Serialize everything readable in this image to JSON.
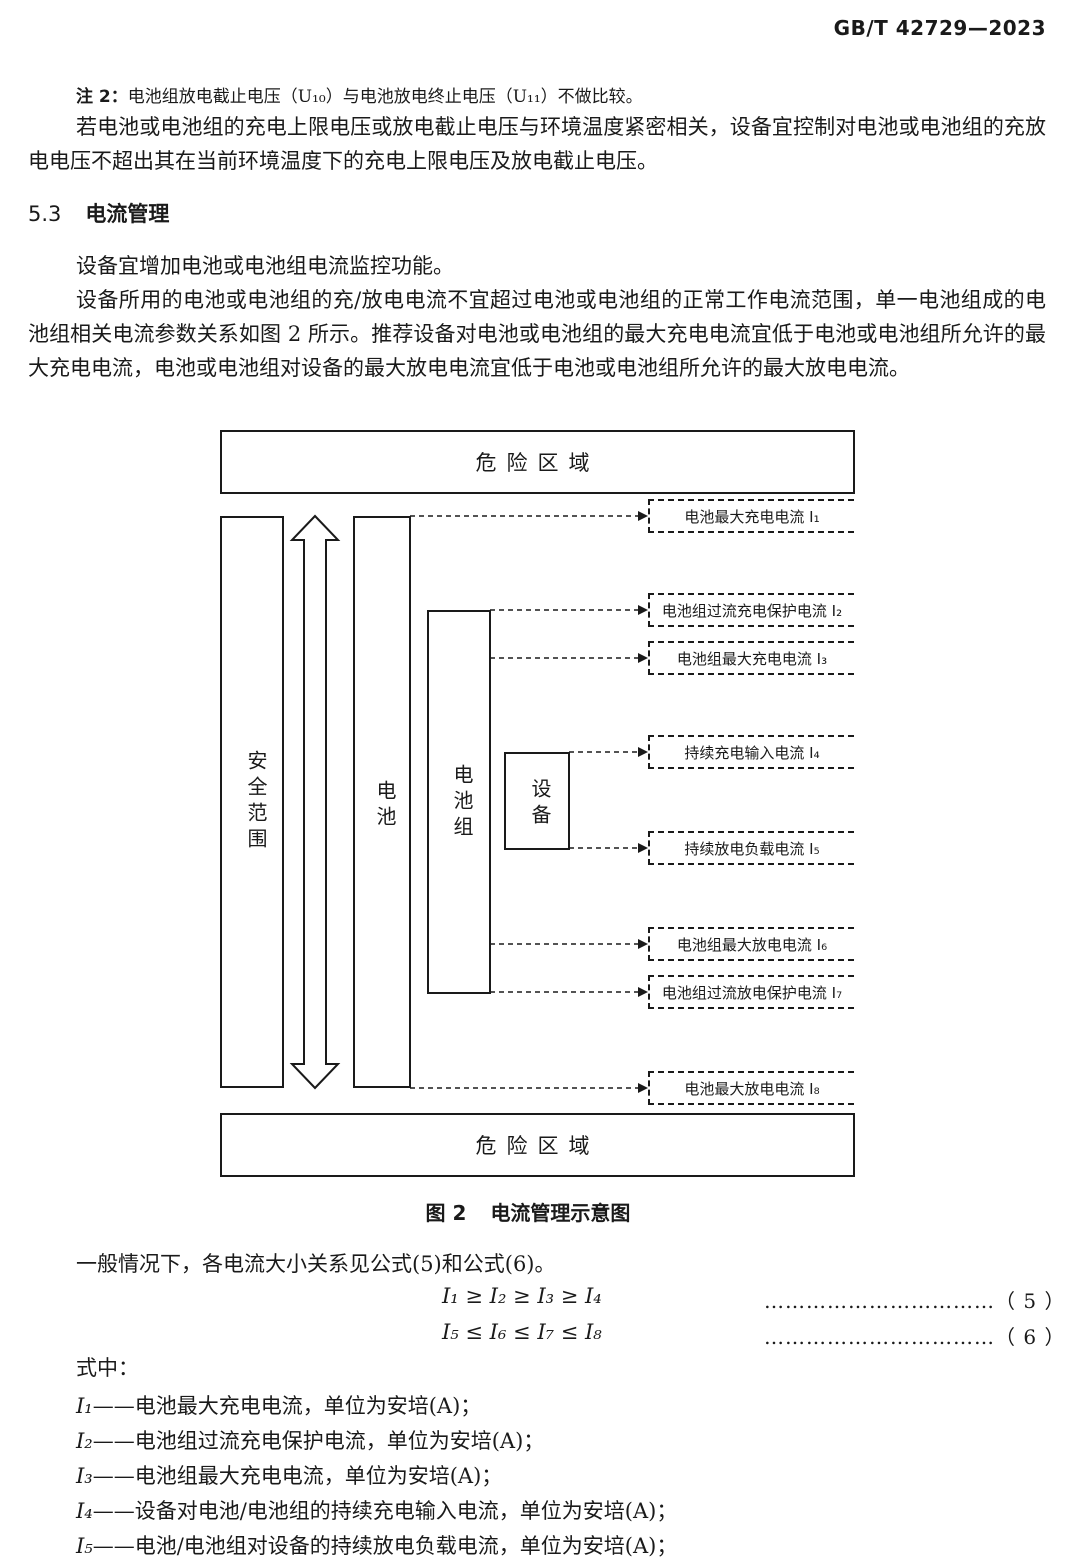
{
  "header": {
    "standard": "GB/T 42729—2023"
  },
  "note2": {
    "label": "注 2：",
    "text": "电池组放电截止电压（U₁₀）与电池放电终止电压（U₁₁）不做比较。"
  },
  "para1": "若电池或电池组的充电上限电压或放电截止电压与环境温度紧密相关，设备宜控制对电池或电池组的充放电电压不超出其在当前环境温度下的充电上限电压及放电截止电压。",
  "section": {
    "number": "5.3",
    "title": "电流管理"
  },
  "para2": "设备宜增加电池或电池组电流监控功能。",
  "para3": "设备所用的电池或电池组的充/放电电流不宜超过电池或电池组的正常工作电流范围，单一电池组成的电池组相关电流参数关系如图 2 所示。推荐设备对电池或电池组的最大充电电流宜低于电池或电池组所允许的最大充电电流，电池或电池组对设备的最大放电电流宜低于电池或电池组所允许的最大放电电流。",
  "diagram": {
    "danger_top": "危险区域",
    "danger_bottom": "危险区域",
    "safe_range": "安全范围",
    "battery": "电池",
    "battery_pack": "电池组",
    "device": "设备",
    "labels": [
      "电池最大充电电流 I₁",
      "电池组过流充电保护电流 I₂",
      "电池组最大充电电流 I₃",
      "持续充电输入电流 I₄",
      "持续放电负载电流 I₅",
      "电池组最大放电电流 I₆",
      "电池组过流放电保护电流 I₇",
      "电池最大放电电流 I₈"
    ]
  },
  "figure": {
    "number": "图 2",
    "title": "电流管理示意图"
  },
  "para4": "一般情况下，各电流大小关系见公式(5)和公式(6)。",
  "formulas": [
    {
      "expr": "I₁ ≥ I₂ ≥ I₃ ≥ I₄",
      "num": "……………………………（ 5 ）"
    },
    {
      "expr": "I₅ ≤ I₆ ≤ I₇ ≤ I₈",
      "num": "……………………………（ 6 ）"
    }
  ],
  "where": "式中：",
  "definitions": [
    {
      "sym": "I₁",
      "text": "——电池最大充电电流，单位为安培(A)；"
    },
    {
      "sym": "I₂",
      "text": "——电池组过流充电保护电流，单位为安培(A)；"
    },
    {
      "sym": "I₃",
      "text": "——电池组最大充电电流，单位为安培(A)；"
    },
    {
      "sym": "I₄",
      "text": "——设备对电池/电池组的持续充电输入电流，单位为安培(A)；"
    },
    {
      "sym": "I₅",
      "text": "——电池/电池组对设备的持续放电负载电流，单位为安培(A)；"
    }
  ]
}
